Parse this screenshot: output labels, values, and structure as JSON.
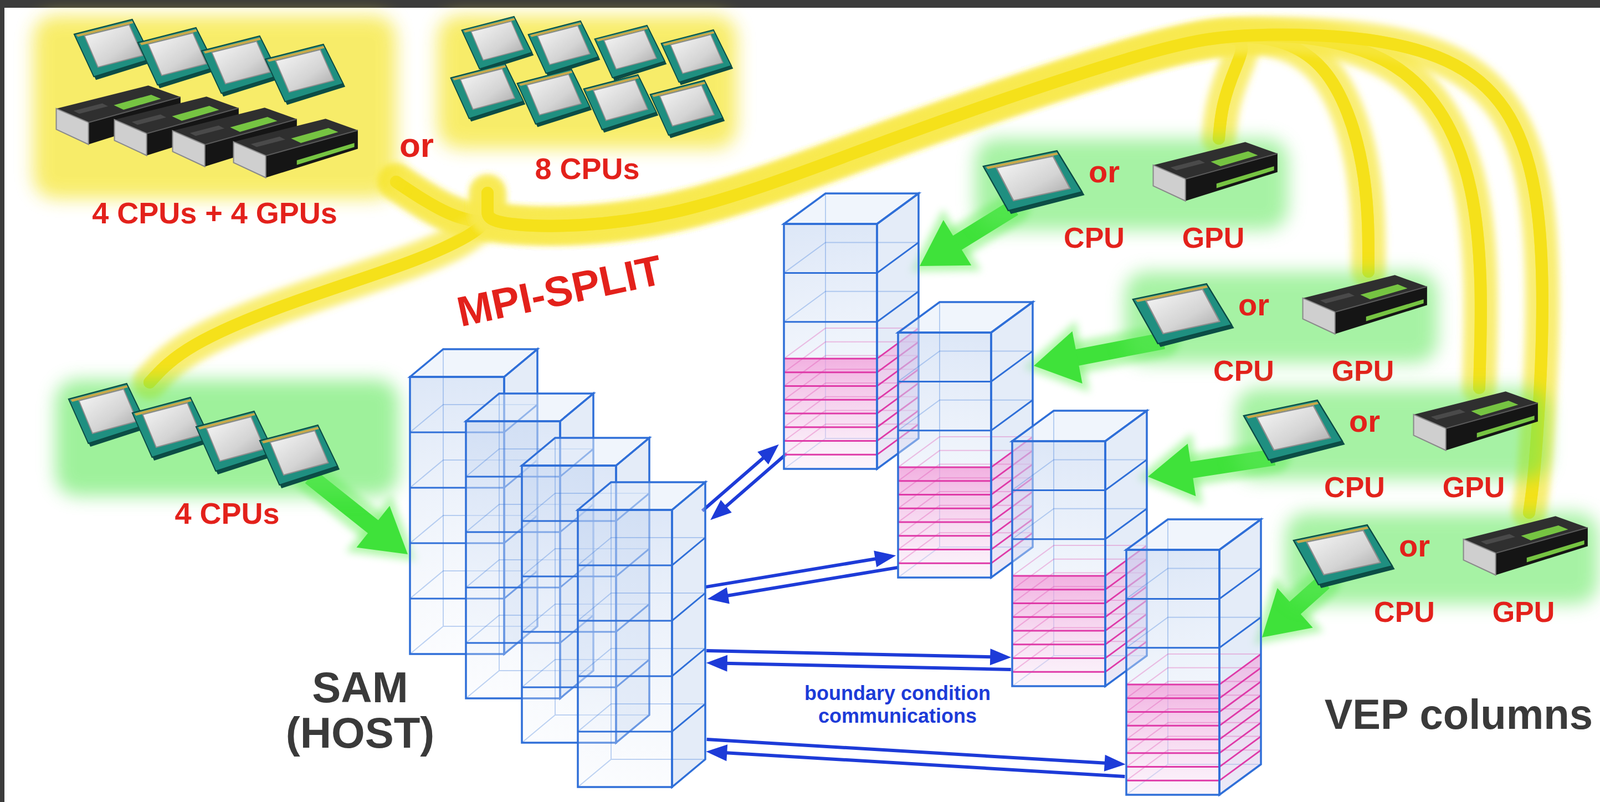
{
  "diagram": {
    "nodes": [
      {
        "text": [
          "4 CPUs + 4 GPUs"
        ]
      },
      {
        "text": [
          "8 CPUs"
        ]
      },
      {
        "text": [
          "4 CPUs"
        ]
      },
      {
        "text": [
          "SAM (HOST)"
        ]
      },
      {
        "text": [
          "CPU",
          "or",
          "GPU"
        ]
      },
      {
        "text": [
          "CPU",
          "or",
          "GPU"
        ]
      },
      {
        "text": [
          "CPU",
          "or",
          "GPU"
        ]
      },
      {
        "text": [
          "CPU",
          "or",
          "GPU"
        ]
      },
      {
        "text": [
          "VEP columns"
        ]
      }
    ],
    "edges": [
      {
        "from": 0,
        "to": 2,
        "arrow": "none"
      },
      {
        "from": 0,
        "to": 4,
        "arrow": "none"
      },
      {
        "from": 0,
        "to": 5,
        "arrow": "none"
      },
      {
        "from": 0,
        "to": 6,
        "arrow": "none"
      },
      {
        "from": 0,
        "to": 7,
        "arrow": "none"
      },
      {
        "from": 1,
        "to": 2,
        "arrow": "none"
      },
      {
        "from": 1,
        "to": 4,
        "arrow": "none"
      },
      {
        "from": 1,
        "to": 5,
        "arrow": "none"
      },
      {
        "from": 1,
        "to": 6,
        "arrow": "none"
      },
      {
        "from": 1,
        "to": 7,
        "arrow": "none"
      },
      {
        "from": 2,
        "to": 3,
        "arrow": "to"
      },
      {
        "from": 4,
        "to": 8,
        "arrow": "to"
      },
      {
        "from": 5,
        "to": 8,
        "arrow": "to"
      },
      {
        "from": 6,
        "to": 8,
        "arrow": "to"
      },
      {
        "from": 7,
        "to": 8,
        "arrow": "to"
      },
      {
        "from": 3,
        "to": 8,
        "arrow": "to"
      },
      {
        "from": 8,
        "to": 3,
        "arrow": "to"
      },
      {
        "from": 3,
        "to": 8,
        "arrow": "to"
      },
      {
        "from": 8,
        "to": 3,
        "arrow": "to"
      },
      {
        "from": 3,
        "to": 8,
        "arrow": "to"
      },
      {
        "from": 8,
        "to": 3,
        "arrow": "to"
      },
      {
        "from": 3,
        "to": 8,
        "arrow": "to"
      },
      {
        "from": 8,
        "to": 3,
        "arrow": "to"
      }
    ],
    "labels": [
      "or",
      "MPI-SPLIT",
      "boundary condition communications"
    ]
  }
}
